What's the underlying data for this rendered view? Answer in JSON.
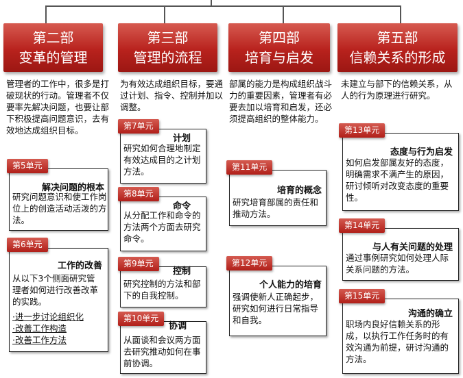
{
  "columns": [
    {
      "part": "第二部",
      "title": "变革的管理",
      "intro": "管理者的工作中，很多是打破现状的行动。管理者不仅要率先解决问题，也要让部下积极提高问题意识，去有效地达成组织目标。",
      "units": [
        {
          "tag": "第5单元",
          "title": "解决问题的根本",
          "body": "研究问题意识和使工作岗位上的创造活动活泼的方法。"
        },
        {
          "tag": "第6单元",
          "title": "工作的改善",
          "body": "从以下3个侧面研究管理者如何进行改善改革的实践。",
          "items": [
            "·进一步讨论组织化",
            "·改善工作构造",
            "·改善工作方法"
          ]
        }
      ]
    },
    {
      "part": "第三部",
      "title": "管理的流程",
      "intro": "为有效达成组织目标，要通过计划、指令、控制并加以调整。",
      "units": [
        {
          "tag": "第7单元",
          "title": "计划",
          "body": "研究如何合理地制定有效达成目的之计划方法。"
        },
        {
          "tag": "第8单元",
          "title": "命令",
          "body": "从分配工作和命令的方法两个方面去研究命令。"
        },
        {
          "tag": "第9单元",
          "title": "控制",
          "body": "研究控制的方法和部下的自我控制。"
        },
        {
          "tag": "第10单元",
          "title": "协调",
          "body": "从面谈和会议两方面去研究推动如何在事前协调。"
        }
      ]
    },
    {
      "part": "第四部",
      "title": "培育与启发",
      "intro": "部属的能力是构成组织战斗力的重要因素，管理者有必要去加以培育和启发，还必须提高组织的整体能力。",
      "units": [
        {
          "tag": "第11单元",
          "title": "培育的概念",
          "body": "研究培育部属的责任和推动方法。"
        },
        {
          "tag": "第12单元",
          "title": "个人能力的培育",
          "body": "强调使新人正确起步，研究如何进行日常指导和自我。"
        }
      ]
    },
    {
      "part": "第五部",
      "title": "信赖关系的形成",
      "intro": "未建立与部下的信赖关系，从人的行为原理进行研究。",
      "units": [
        {
          "tag": "第13单元",
          "title": "态度与行为启发",
          "body": "如何启发部属友好的态度，明确需求不满产生的原因，研讨倾听对改变态度的重要性。"
        },
        {
          "tag": "第14单元",
          "title": "与人有关问题的处理",
          "body": "通过事例研究如何处理人际关系问题的方法。"
        },
        {
          "tag": "第15单元",
          "title": "沟通的确立",
          "body": "职场内良好信赖关系的形成，以执行工作任务时的有效沟通为前提，研讨沟通的方法。"
        }
      ]
    }
  ]
}
